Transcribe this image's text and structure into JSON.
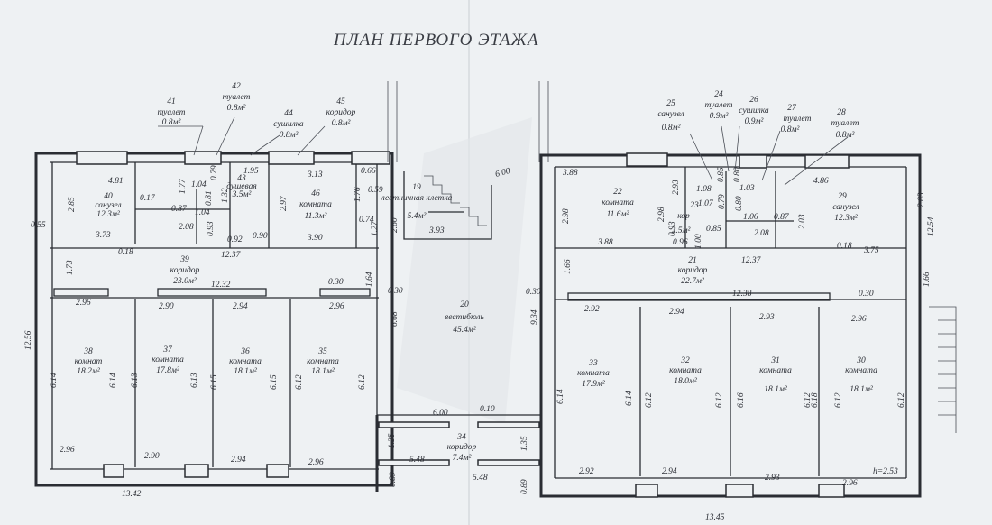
{
  "title": "ПЛАН ПЕРВОГО ЭТАЖА",
  "rooms": {
    "r40": {
      "num": "40",
      "name": "санузел",
      "area": "12.3м²"
    },
    "r41": {
      "num": "41",
      "name": "туалет",
      "area": "0.8м²"
    },
    "r42": {
      "num": "42",
      "name": "туалет",
      "area": "0.8м²"
    },
    "r43": {
      "num": "43",
      "name": "душевая",
      "area": "3.5м²"
    },
    "r44": {
      "num": "44",
      "name": "сушилка",
      "area": "0.8м²"
    },
    "r45": {
      "num": "45",
      "name": "коридор",
      "area": "0.8м²"
    },
    "r46": {
      "num": "46",
      "name": "комната",
      "area": "11.3м²"
    },
    "r19": {
      "num": "19",
      "name": "лестничная клетка",
      "area": "5.4м²"
    },
    "r39": {
      "num": "39",
      "name": "коридор",
      "area": "23.0м²"
    },
    "r38": {
      "num": "38",
      "name": "комнат",
      "area": "18.2м²"
    },
    "r37": {
      "num": "37",
      "name": "комната",
      "area": "17.8м²"
    },
    "r36": {
      "num": "36",
      "name": "комната",
      "area": "18.1м²"
    },
    "r35": {
      "num": "35",
      "name": "комната",
      "area": "18.1м²"
    },
    "r20": {
      "num": "20",
      "name": "вестибюль",
      "area": "45.4м²"
    },
    "r34": {
      "num": "34",
      "name": "коридор",
      "area": "7.4м²"
    },
    "r22": {
      "num": "22",
      "name": "комната",
      "area": "11.6м²"
    },
    "r23": {
      "num": "23",
      "name": "кор",
      "area": "2.5м²"
    },
    "r24": {
      "num": "24",
      "name": "туалет",
      "area": "0.9м²"
    },
    "r25": {
      "num": "25",
      "name": "санузел",
      "area": "0.8м²"
    },
    "r26": {
      "num": "26",
      "name": "сушилка",
      "area": "0.9м²"
    },
    "r27": {
      "num": "27",
      "name": "туалет",
      "area": "0.8м²"
    },
    "r28": {
      "num": "28",
      "name": "туалет",
      "area": "0.8м²"
    },
    "r29": {
      "num": "29",
      "name": "санузел",
      "area": "12.3м²"
    },
    "r21": {
      "num": "21",
      "name": "коридор",
      "area": "22.7м²"
    },
    "r33": {
      "num": "33",
      "name": "комната",
      "area": "17.9м²"
    },
    "r32": {
      "num": "32",
      "name": "комната",
      "area": "18.0м²"
    },
    "r31": {
      "num": "31",
      "name": "комната",
      "area": "18.1м²"
    },
    "r30": {
      "num": "30",
      "name": "комната",
      "area": "18.1м²"
    }
  },
  "dims": {
    "d_481": "4.81",
    "d_285": "2.85",
    "d_055": "0.55",
    "d_017": "0.17",
    "d_087": "0.87",
    "d_177": "1.77",
    "d_104a": "1.04",
    "d_104b": "1.04",
    "d_081": "0.81",
    "d_079": "0.79",
    "d_195": "1.95",
    "d_132": "1.32",
    "d_208a": "2.08",
    "d_093": "0.93",
    "d_092": "0.92",
    "d_090": "0.90",
    "d_297": "2.97",
    "d_313": "3.13",
    "d_066": "0.66",
    "d_176": "1.76",
    "d_059": "0.59",
    "d_074": "0.74",
    "d_373": "3.73",
    "d_018a": "0.18",
    "d_1237": "12.37",
    "d_390": "3.90",
    "d_260": "2.60",
    "d_393": "3.93",
    "d_600a": "6.00",
    "d_127": "1.27",
    "d_173": "1.73",
    "d_1232": "12.32",
    "d_030a": "0.30",
    "d_164": "1.64",
    "d_296a": "2.96",
    "d_290a": "2.90",
    "d_294a": "2.94",
    "d_296b": "2.96",
    "d_1256": "12.56",
    "d_614a": "6.14",
    "d_614b": "6.14",
    "d_613a": "6.13",
    "d_613b": "6.13",
    "d_615a": "6.15",
    "d_615b": "6.15",
    "d_612a": "6.12",
    "d_612b": "6.12",
    "d_296c": "2.96",
    "d_290b": "2.90",
    "d_294b": "2.94",
    "d_296d": "2.96",
    "d_1342": "13.42",
    "d_030b": "0.30",
    "d_668": "6.68",
    "d_030c": "0.30",
    "d_934": "9.34",
    "d_600b": "6.00",
    "d_010": "0.10",
    "d_135a": "1.35",
    "d_135b": "1.35",
    "d_548a": "5.48",
    "d_548b": "5.48",
    "d_089a": "0.89",
    "d_089b": "0.89",
    "d_388a": "3.88",
    "d_293": "2.93",
    "d_298a": "2.98",
    "d_298b": "2.98",
    "d_108": "1.08",
    "d_107": "1.07",
    "d_085a": "0.85",
    "d_080a": "0.80",
    "d_079b": "0.79",
    "d_103": "1.03",
    "d_080b": "0.80",
    "d_106": "1.06",
    "d_087b": "0.87",
    "d_486": "4.86",
    "d_093b": "0.93",
    "d_085b": "0.85",
    "d_096": "0.96",
    "d_100": "1.00",
    "d_203": "2.03",
    "d_208b": "2.08",
    "d_283": "2.83",
    "d_1254": "12.54",
    "d_388b": "3.88",
    "d_018b": "0.18",
    "d_375": "3.75",
    "d_166a": "1.66",
    "d_166b": "1.66",
    "d_1237b": "12.37",
    "d_1238": "12.38",
    "d_030d": "0.30",
    "d_292a": "2.92",
    "d_294c": "2.94",
    "d_293a": "2.93",
    "d_296e": "2.96",
    "d_614c": "6.14",
    "d_614d": "6.14",
    "d_612c": "6.12",
    "d_612d": "6.12",
    "d_616": "6.16",
    "d_612e": "6.12",
    "d_618": "6.18",
    "d_612f": "6.12",
    "d_612g": "6.12",
    "d_292b": "2.92",
    "d_294d": "2.94",
    "d_293b": "2.93",
    "d_296f": "2.96",
    "d_1345": "13.45",
    "d_h": "h=2.53"
  }
}
